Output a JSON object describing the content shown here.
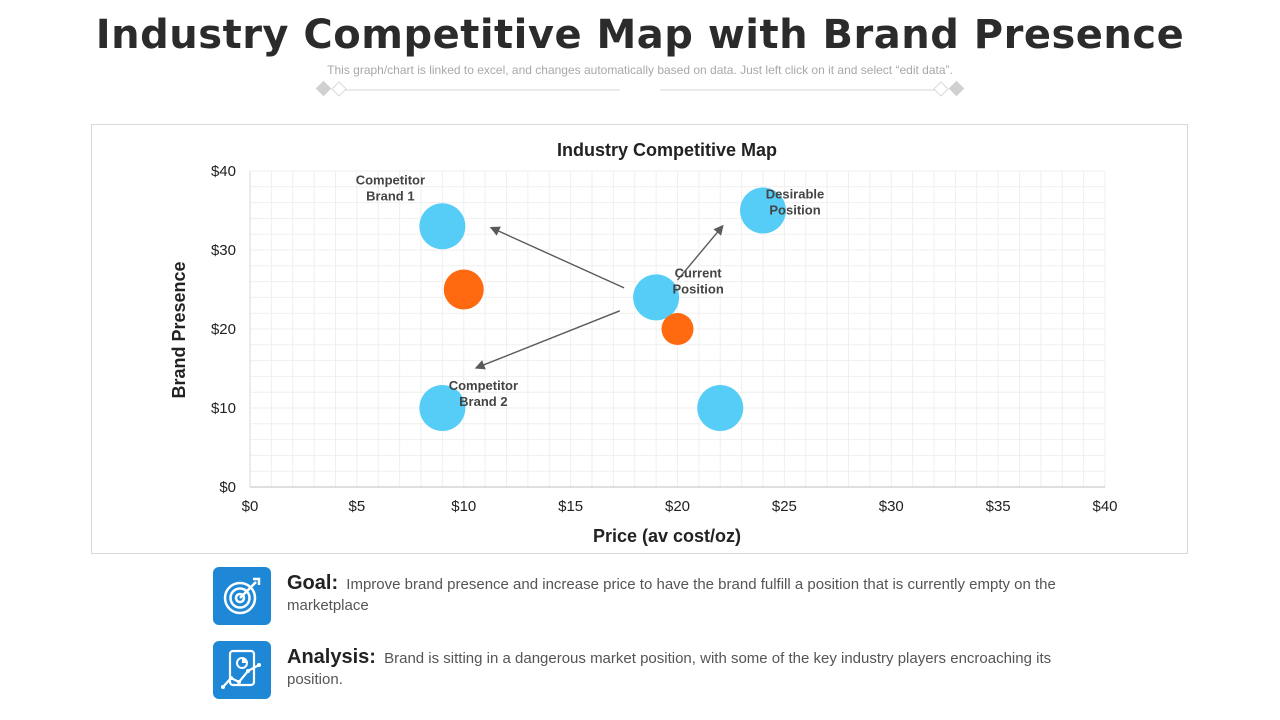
{
  "header": {
    "title": "Industry Competitive Map with Brand Presence",
    "subtitle": "This graph/chart is linked to excel, and changes automatically based on data. Just left click on it and select “edit data”."
  },
  "colors": {
    "blue_bubble": "#56cdf7",
    "orange_bubble": "#ff6a10",
    "icon_bg": "#1e88d6",
    "grid": "#efefef",
    "arrow": "#5a5a5a"
  },
  "chart_data": {
    "type": "scatter",
    "title": "Industry Competitive Map",
    "xlabel": "Price (av cost/oz)",
    "ylabel": "Brand Presence",
    "xlim": [
      0,
      40
    ],
    "ylim": [
      0,
      40
    ],
    "x_ticks": [
      "$0",
      "$5",
      "$10",
      "$15",
      "$20",
      "$25",
      "$30",
      "$35",
      "$40"
    ],
    "y_ticks": [
      "$0",
      "$10",
      "$20",
      "$30",
      "$40"
    ],
    "grid": true,
    "points": [
      {
        "x": 9,
        "y": 33,
        "color": "blue",
        "size": "large",
        "label": "Competitor\nBrand 1"
      },
      {
        "x": 24,
        "y": 35,
        "color": "blue",
        "size": "large",
        "label": "Desirable\nPosition"
      },
      {
        "x": 19,
        "y": 24,
        "color": "blue",
        "size": "large",
        "label": "Current\nPosition"
      },
      {
        "x": 9,
        "y": 10,
        "color": "blue",
        "size": "large",
        "label": "Competitor\nBrand 2"
      },
      {
        "x": 22,
        "y": 10,
        "color": "blue",
        "size": "large",
        "label": ""
      },
      {
        "x": 10,
        "y": 25,
        "color": "orange",
        "size": "medium",
        "label": ""
      },
      {
        "x": 20,
        "y": 20,
        "color": "orange",
        "size": "small",
        "label": ""
      }
    ],
    "arrows": [
      {
        "from": [
          17.5,
          25.2
        ],
        "to": [
          11.3,
          32.8
        ]
      },
      {
        "from": [
          20.0,
          26.2
        ],
        "to": [
          22.1,
          33.0
        ]
      },
      {
        "from": [
          17.3,
          22.3
        ],
        "to": [
          10.6,
          15.1
        ]
      }
    ]
  },
  "goal": {
    "heading": "Goal:",
    "text": "Improve brand presence and increase price to have the brand fulfill a position that is currently empty on the marketplace",
    "icon": "target-icon"
  },
  "analysis": {
    "heading": "Analysis:",
    "text": "Brand is sitting in a dangerous market position, with some of the key industry players encroaching its position.",
    "icon": "analytics-report-icon"
  }
}
